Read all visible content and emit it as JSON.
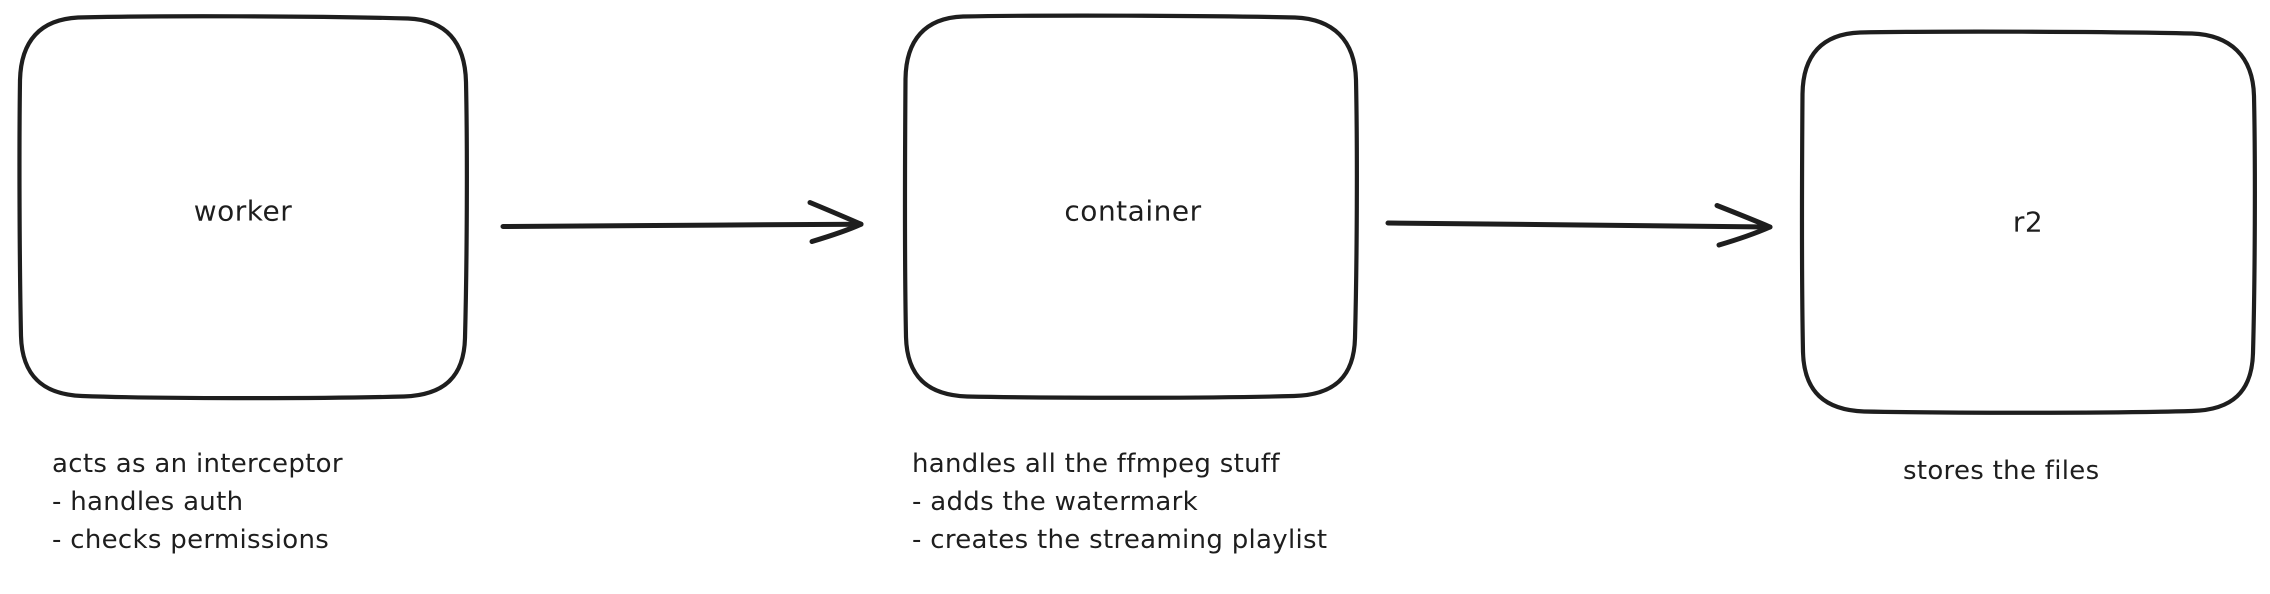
{
  "diagram": {
    "background_color": "#ffffff",
    "stroke_color": "#1e1e1e",
    "nodes": [
      {
        "id": "worker",
        "label": "worker",
        "note_lines": [
          "acts as an interceptor",
          "- handles auth",
          "- checks permissions"
        ]
      },
      {
        "id": "container",
        "label": "container",
        "note_lines": [
          "handles all the ffmpeg stuff",
          "- adds the watermark",
          "- creates the streaming playlist"
        ]
      },
      {
        "id": "r2",
        "label": "r2",
        "note_lines": [
          "stores the files"
        ]
      }
    ],
    "edges": [
      {
        "from": "worker",
        "to": "container"
      },
      {
        "from": "container",
        "to": "r2"
      }
    ]
  }
}
